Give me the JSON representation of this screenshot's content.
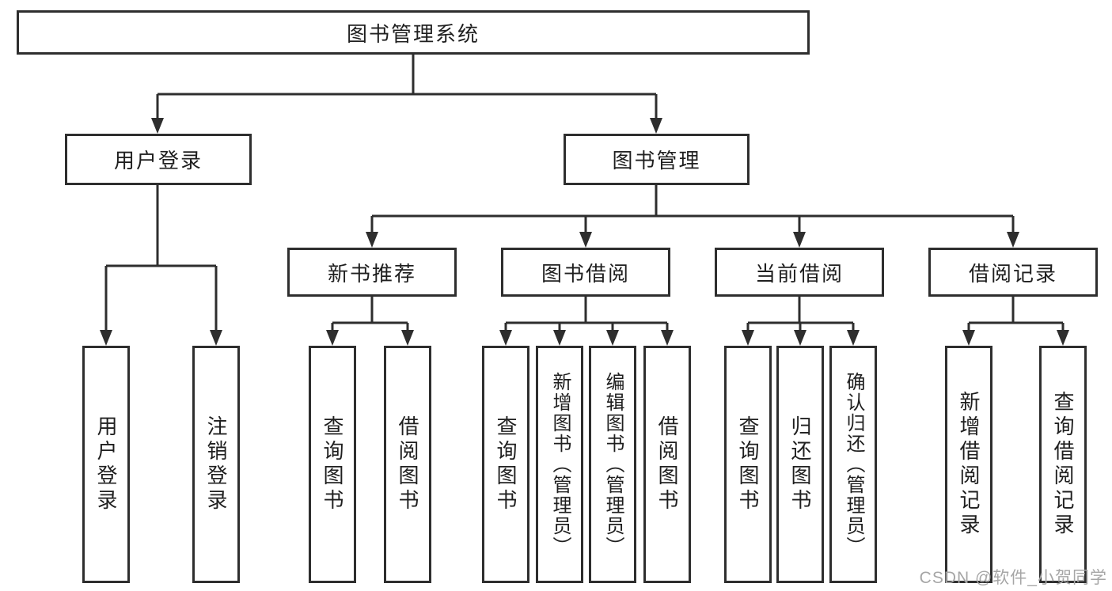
{
  "diagram": {
    "root": "图书管理系统",
    "branches": [
      {
        "label": "用户登录",
        "leaves": [
          "用户登录",
          "注销登录"
        ]
      },
      {
        "label": "图书管理",
        "groups": [
          {
            "label": "新书推荐",
            "leaves": [
              "查询图书",
              "借阅图书"
            ]
          },
          {
            "label": "图书借阅",
            "leaves": [
              "查询图书",
              "新增图书（管理员）",
              "编辑图书（管理员）",
              "借阅图书"
            ]
          },
          {
            "label": "当前借阅",
            "leaves": [
              "查询图书",
              "归还图书",
              "确认归还（管理员）"
            ]
          },
          {
            "label": "借阅记录",
            "leaves": [
              "新增借阅记录",
              "查询借阅记录"
            ]
          }
        ]
      }
    ]
  },
  "watermark": "CSDN @软件_小贺同学",
  "colors": {
    "line": "#2e2e2e",
    "text": "#1f1f1f",
    "background": "#ffffff",
    "watermark": "#a6a6a6"
  }
}
